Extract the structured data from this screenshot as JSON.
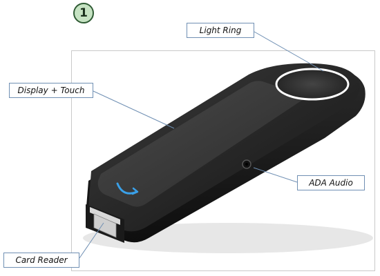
{
  "figure": {
    "step_number": "1",
    "labels": {
      "light_ring": "Light Ring",
      "display_touch": "Display + Touch",
      "ada_audio": "ADA Audio",
      "card_reader": "Card Reader"
    }
  },
  "colors": {
    "callout_border": "#6f8fb3",
    "leader_line": "#6f8fb3",
    "device_body": "#2b2b2b",
    "device_screen": "#3a3a3a",
    "light_ring": "#ffffff",
    "logo_accent": "#3aa0e8",
    "badge_fill": "#c6e3c3",
    "badge_border": "#2f5b34"
  },
  "icons": {
    "logo": "smile-arrow-icon"
  }
}
